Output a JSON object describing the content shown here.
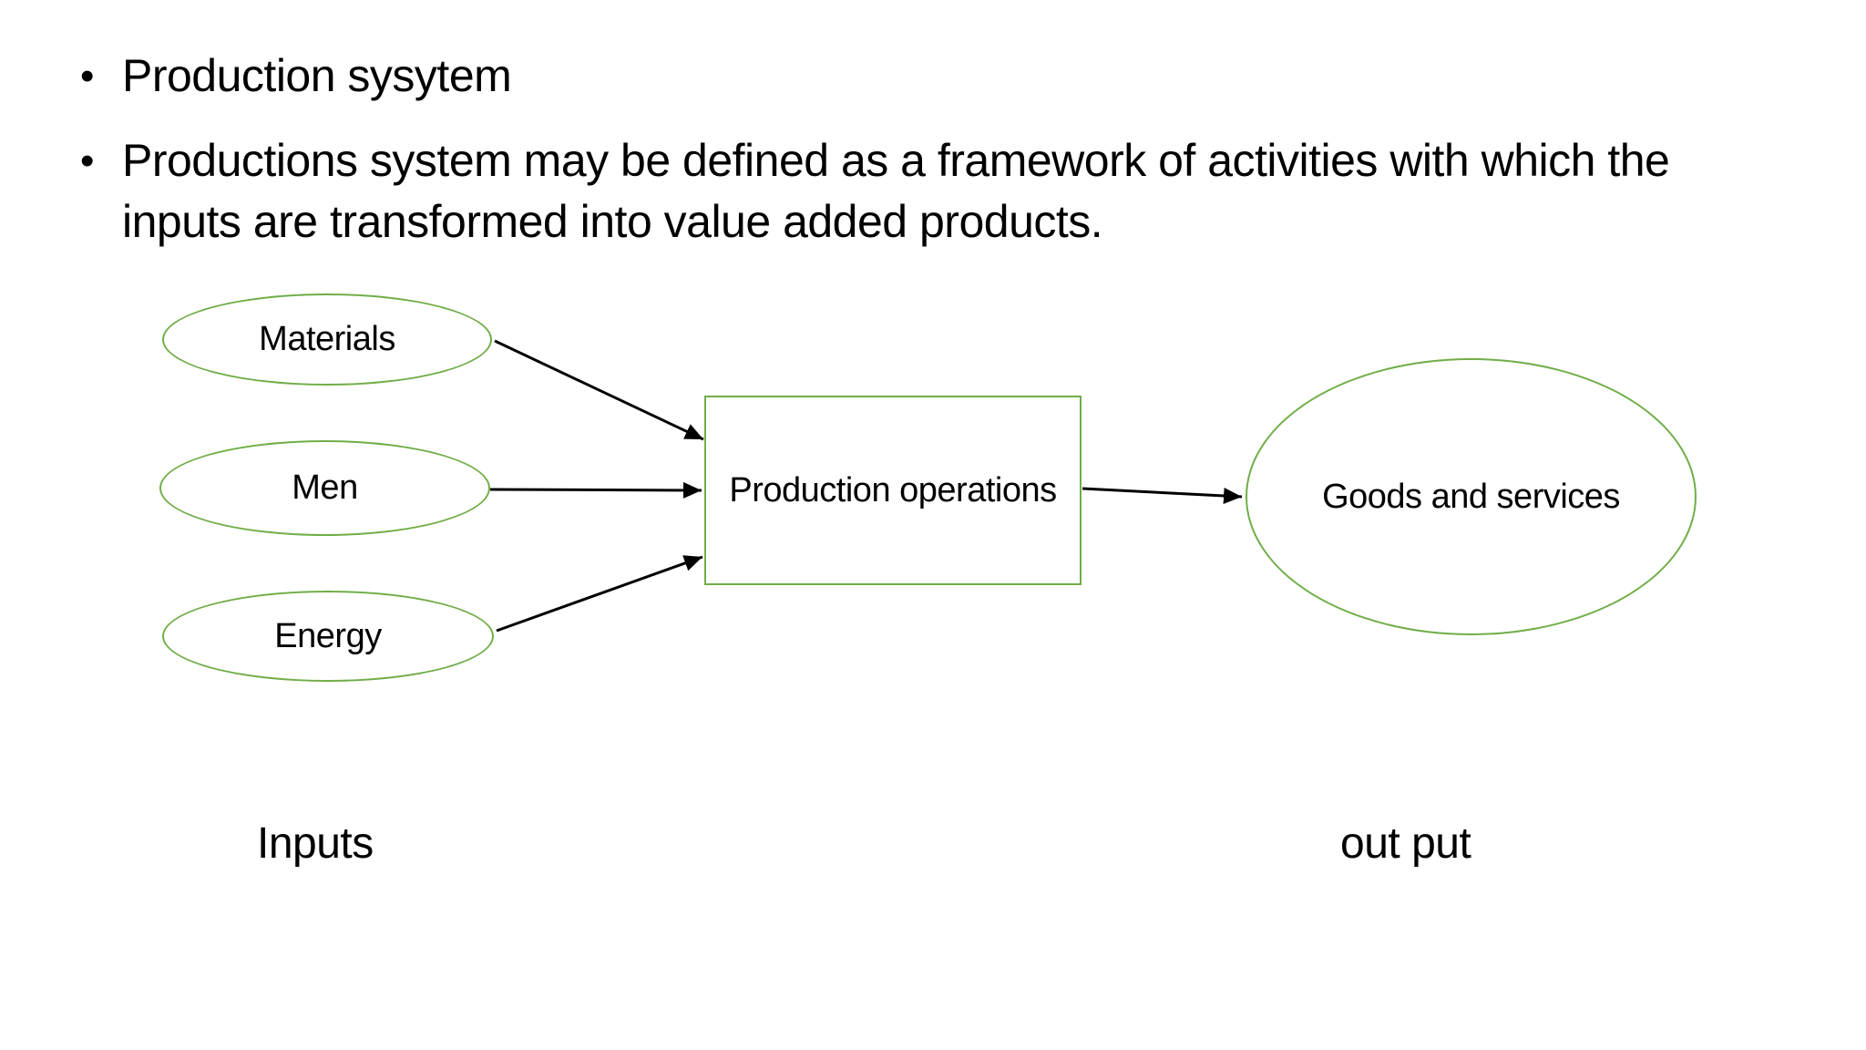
{
  "slide": {
    "bullet_char": "•",
    "bullets": [
      "Production sysytem",
      "Productions system may be defined as a framework of activities with which the inputs are transformed into value added products."
    ]
  },
  "diagram": {
    "input_nodes": [
      {
        "label": "Materials"
      },
      {
        "label": "Men"
      },
      {
        "label": "Energy"
      }
    ],
    "process_node": {
      "label": "Production operations"
    },
    "output_node": {
      "label": "Goods and services"
    },
    "caption_left": "Inputs",
    "caption_right": "out put",
    "colors": {
      "shape_outline": "#70ad47",
      "arrow": "#000000",
      "text": "#000000",
      "background": "#ffffff"
    }
  }
}
